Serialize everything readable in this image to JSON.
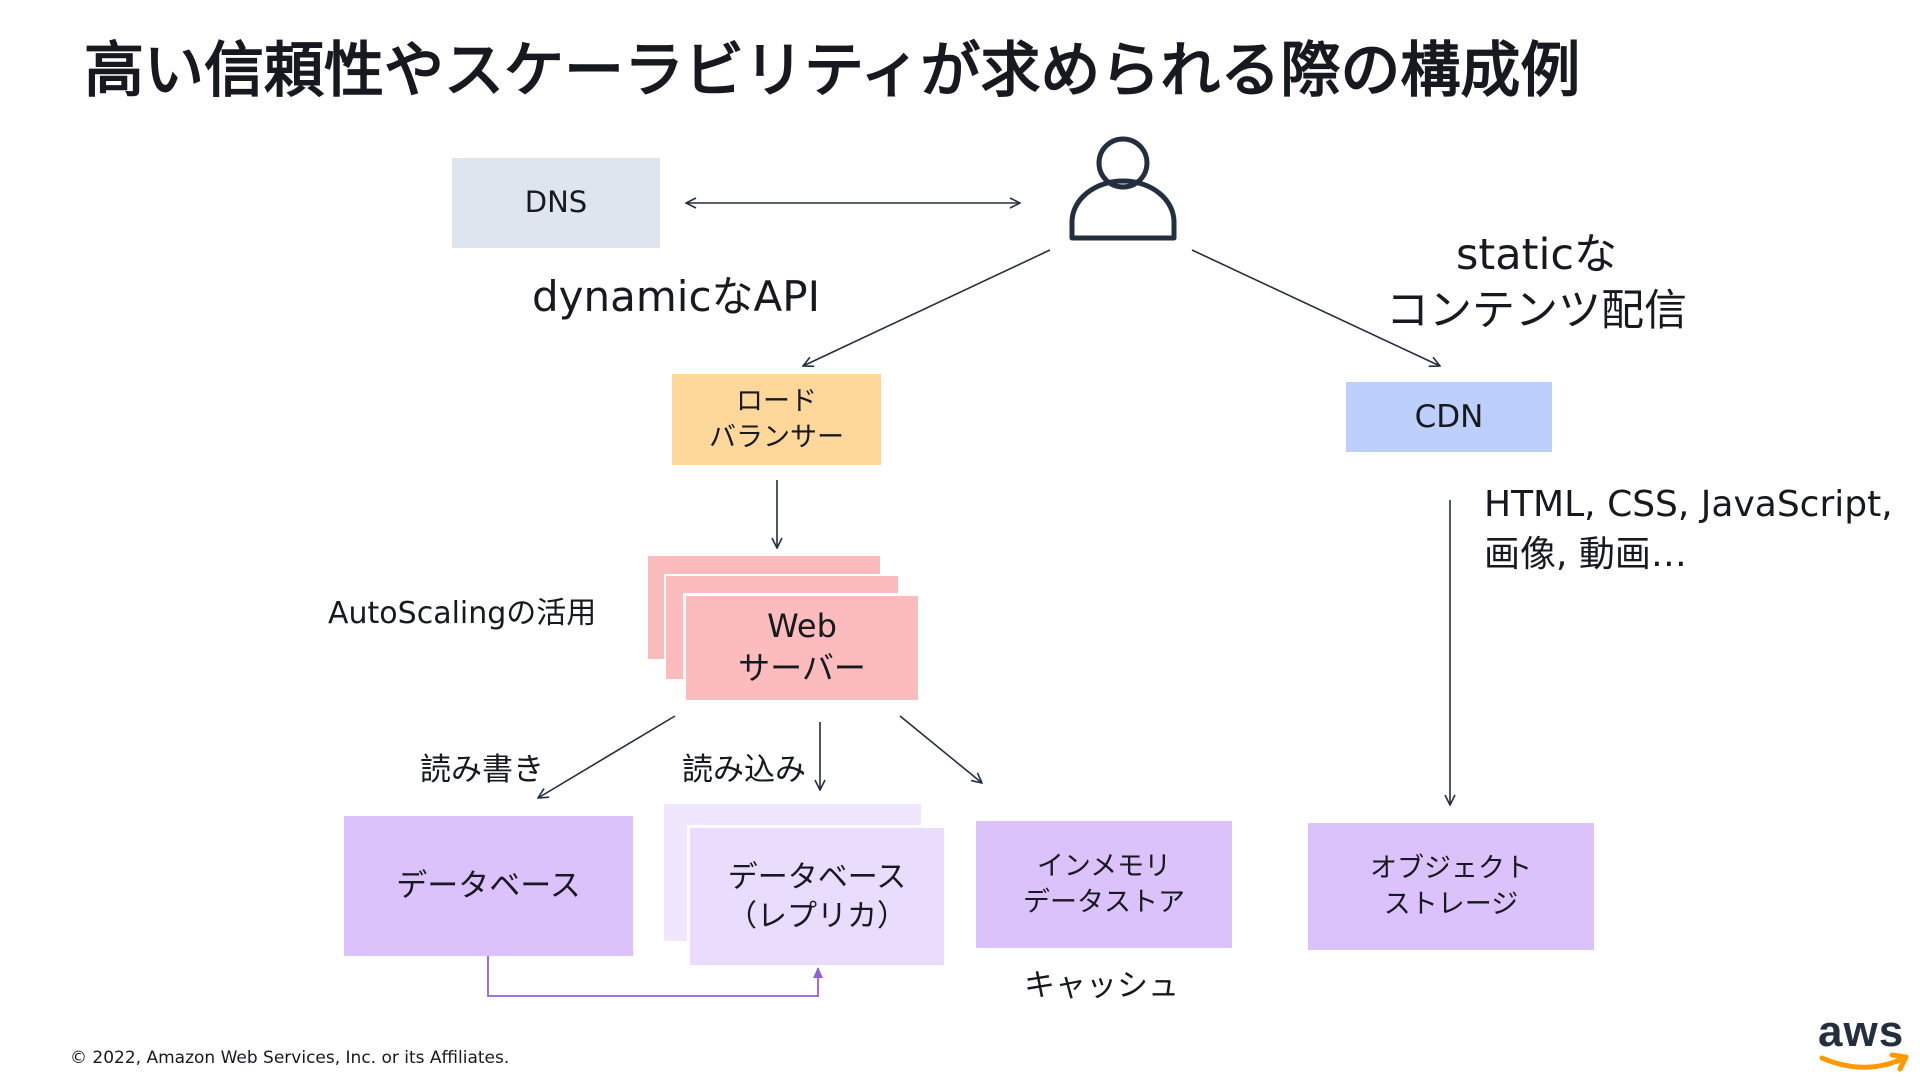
{
  "title": "高い信頼性やスケーラビリティが求められる際の構成例",
  "nodes": {
    "dns": "DNS",
    "load_balancer": [
      "ロード",
      "バランサー"
    ],
    "web_server": [
      "Web",
      "サーバー"
    ],
    "cdn": "CDN",
    "database": "データベース",
    "database_replica": [
      "データベース",
      "（レプリカ）"
    ],
    "in_memory_store": [
      "インメモリ",
      "データストア"
    ],
    "object_storage": [
      "オブジェクト",
      "ストレージ"
    ]
  },
  "labels": {
    "dynamic_api": "dynamicなAPI",
    "static_content": [
      "staticな",
      "コンテンツ配信"
    ],
    "autoscaling": "AutoScalingの活用",
    "read_write": "読み書き",
    "read": "読み込み",
    "cache": "キャッシュ",
    "static_files": [
      "HTML, CSS, JavaScript,",
      "画像, 動画…"
    ]
  },
  "icons": {
    "user": "user-icon",
    "logo": "aws-logo"
  },
  "colors": {
    "dns": "#dfe5ee",
    "load_balancer": "#fdd89a",
    "web_server": "#fcbcbd",
    "cdn": "#bdd0fc",
    "database": "#dcc2fb",
    "replica_back": "#f0e6fd",
    "replica_front": "#eadcfd",
    "arrow": "#232f3e",
    "replication_arrow": "#8f62d9",
    "aws_smile": "#ff9900"
  },
  "footer": "© 2022, Amazon Web Services, Inc. or its Affiliates.",
  "logo_text": "aws"
}
